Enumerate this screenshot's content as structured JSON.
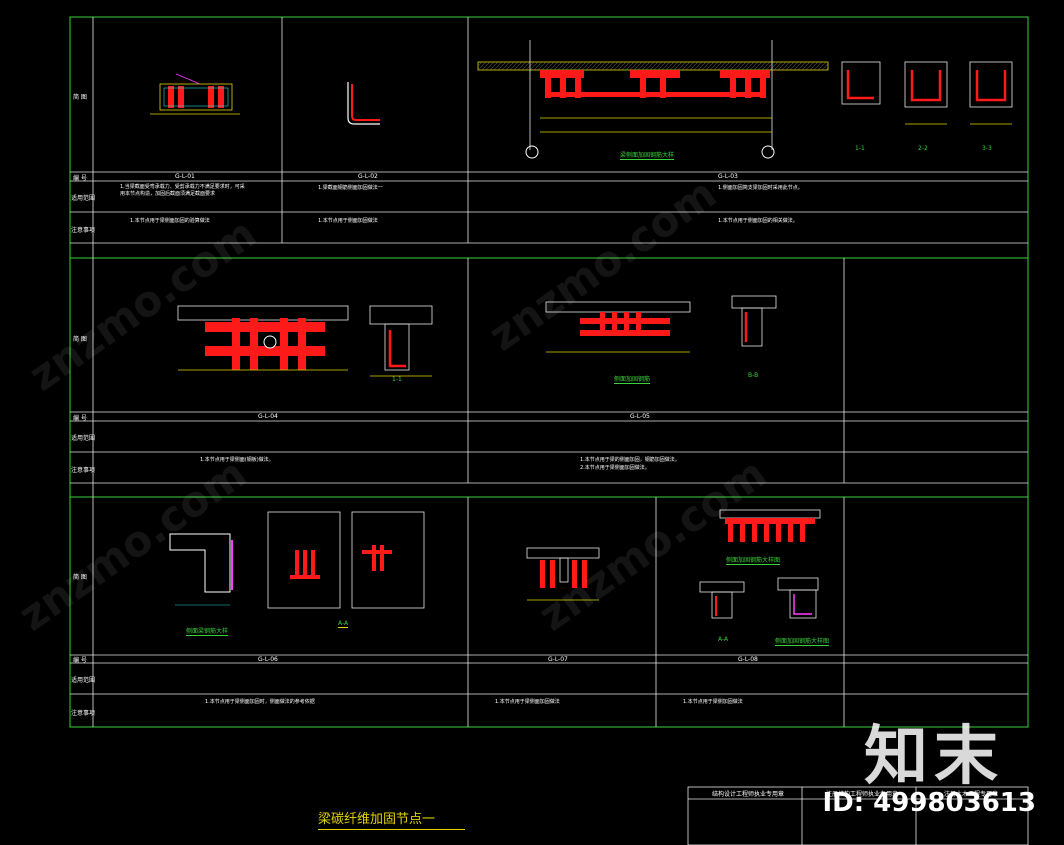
{
  "row_labels": {
    "figure": "简 图",
    "number": "编 号",
    "scope": "适用范围",
    "notes": "注意事项"
  },
  "nodes": {
    "r1": [
      "G-L-01",
      "G-L-02",
      "G-L-03"
    ],
    "r2": [
      "G-L-04",
      "G-L-05"
    ],
    "r3": [
      "G-L-06",
      "G-L-07",
      "G-L-08"
    ]
  },
  "scope_text": {
    "r1c1": "1.当梁截面受弯承载力、受剪承载力不满足要求时，可采\n用本节点构造，加固后截面须满足截面要求",
    "r1c2": "1.梁截面钢筋侧面加固做法一",
    "r1c3": "1.侧面加固简支梁加固时采用此节点。"
  },
  "notes_text": {
    "r1c1": "1.本节点用于梁侧面加固的验算做法",
    "r1c2": "1.本节点用于侧面加固做法",
    "r1c3": "1.本节点用于侧面加固的相关做法。",
    "r2c1": "1.本节点用于梁侧面(钢板)做法。",
    "r2c2": "1.本节点用于梁的侧面加固，钢筋加固做法。\n2.本节点用于梁侧面加固做法。",
    "r3c1": "1.本节点用于梁侧面加固时，侧面做法的参考依据",
    "r3c2": "1.本节点用于梁侧面加固做法",
    "r3c3": "1.本节点用于梁侧加固做法"
  },
  "captions": {
    "g03": "梁侧面加固钢筋大样",
    "g05": "侧面加固钢筋",
    "g05b": "B-B",
    "g04": "1-1",
    "g06a": "侧面梁钢筋大样",
    "g06b": "A-A",
    "g08a": "侧面加固钢筋大样图",
    "g08b": "A-A",
    "g08c": "侧面加固钢筋大样图",
    "s11": "1-1",
    "s22": "2-2",
    "s33": "3-3"
  },
  "title_block": {
    "cell1": "结构设计工程师执业专用章",
    "cell2": "注册结构工程师执业专用章",
    "cell3": "注册土木工程专用章"
  },
  "sheet_title": "梁碳纤维加固节点一",
  "brand": "知末",
  "image_id": "ID: 499803613",
  "watermark": "znzmo.com",
  "colors": {
    "frame": "#39d23a",
    "rebar": "#ff1a1a",
    "dim": "#e0d400",
    "accent": "#ff3cff"
  }
}
